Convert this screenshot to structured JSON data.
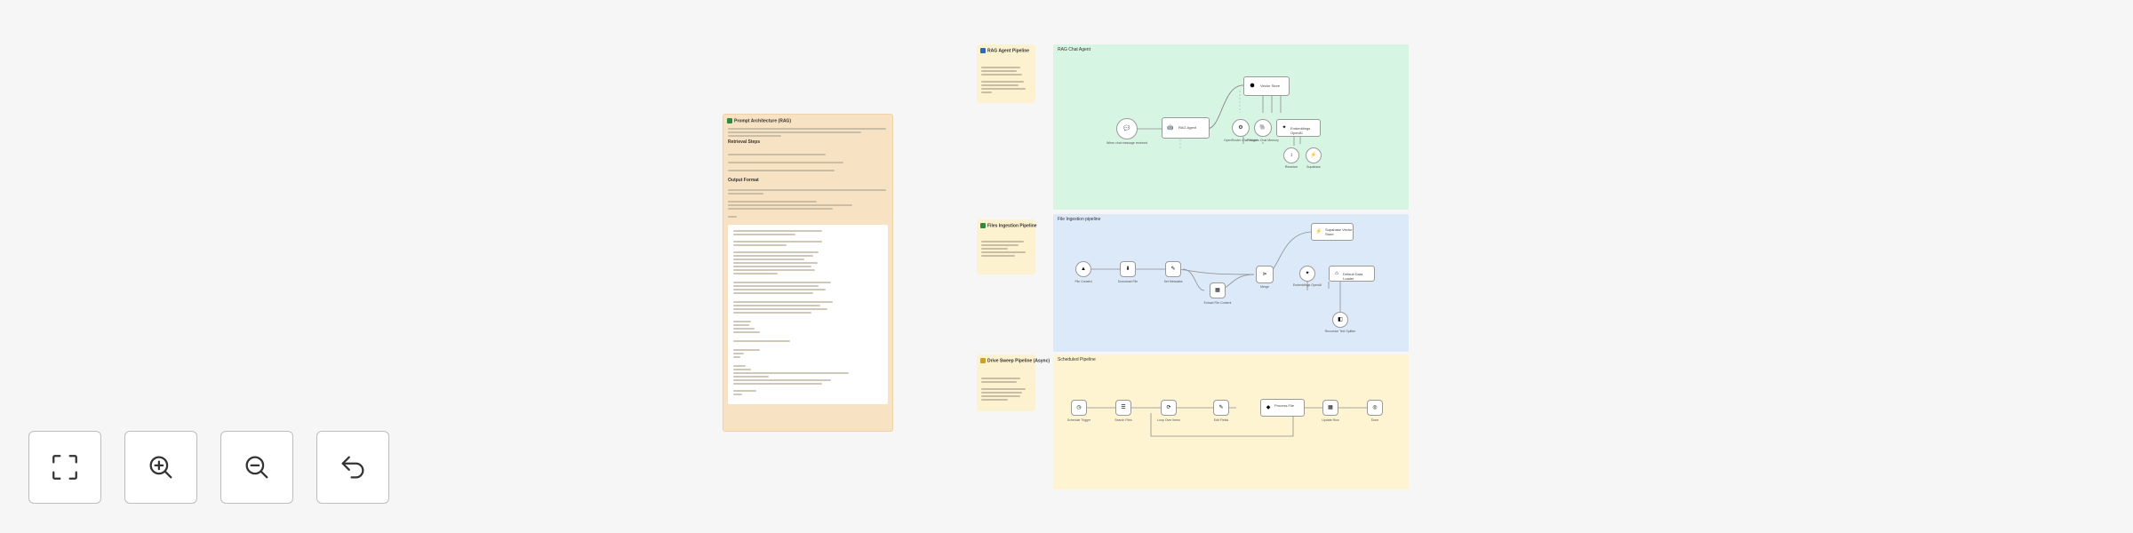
{
  "colors": {
    "canvas": "#f6f6f6",
    "sticky_orange": "#f8e2c4",
    "sticky_yellow": "#fdf2cf",
    "group_green": "#d6f5e3",
    "group_blue": "#dce9f8",
    "group_yellow": "#fff4d2",
    "node_border": "#9a9a9a"
  },
  "workflow": {
    "main_note": {
      "title": "Prompt Architecture (RAG)",
      "sections": [
        "Retrieval Steps",
        "Output Format"
      ]
    },
    "label_notes": [
      {
        "title": "RAG Agent Pipeline",
        "color": "#2b6cb0"
      },
      {
        "title": "Files Ingestion Pipeline",
        "color": "#2f8a3e"
      },
      {
        "title": "Drive Sweep Pipeline (Async)",
        "color": "#c9a227"
      }
    ],
    "groups": [
      {
        "title": "RAG Chat Agent"
      },
      {
        "title": "File Ingestion pipeline"
      },
      {
        "title": "Scheduled Pipeline"
      }
    ],
    "rag_nodes": [
      {
        "icon": "chat-icon",
        "label": "When chat message received"
      },
      {
        "icon": "robot-icon",
        "label": "RAG Agent"
      },
      {
        "icon": "vector-store-icon",
        "label": "Vector Store"
      },
      {
        "icon": "model-icon",
        "label": "OpenRouter Chat Model"
      },
      {
        "icon": "memory-icon",
        "label": "Postgres Chat Memory"
      },
      {
        "icon": "embeddings-icon",
        "label": "Embeddings OpenAI"
      },
      {
        "icon": "reranker-icon",
        "label": "Reranker"
      },
      {
        "icon": "db-icon",
        "label": "Supabase"
      }
    ],
    "ingest_nodes": [
      {
        "icon": "trigger-icon",
        "label": "File Created"
      },
      {
        "icon": "download-icon",
        "label": "Download File"
      },
      {
        "icon": "edit-icon",
        "label": "Set Metadata"
      },
      {
        "icon": "table-icon",
        "label": "Extract File Content"
      },
      {
        "icon": "merge-icon",
        "label": "Merge"
      },
      {
        "icon": "store-icon",
        "label": "Supabase Vector Store"
      },
      {
        "icon": "embeddings-icon",
        "label": "Embeddings OpenAI"
      },
      {
        "icon": "loader-icon",
        "label": "Default Data Loader"
      },
      {
        "icon": "splitter-icon",
        "label": "Recursive Text Splitter"
      }
    ],
    "scheduled_nodes": [
      {
        "icon": "clock-icon",
        "label": "Schedule Trigger"
      },
      {
        "icon": "list-icon",
        "label": "Search Files"
      },
      {
        "icon": "loop-icon",
        "label": "Loop Over Items"
      },
      {
        "icon": "edit-icon",
        "label": "Edit Fields"
      },
      {
        "icon": "process-icon",
        "label": "Process File"
      },
      {
        "icon": "table-icon",
        "label": "Update Row"
      },
      {
        "icon": "done-icon",
        "label": "Done"
      }
    ]
  },
  "controls": {
    "fit": "fit-view-icon",
    "zoom_in": "zoom-in-icon",
    "zoom_out": "zoom-out-icon",
    "undo": "undo-icon"
  }
}
